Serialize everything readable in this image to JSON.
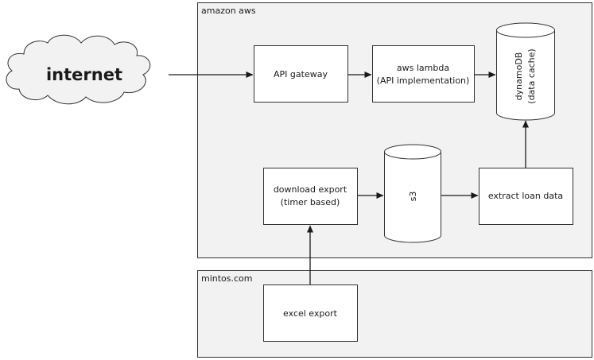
{
  "containers": {
    "aws": {
      "title": "amazon aws"
    },
    "mintos": {
      "title": "mintos.com"
    }
  },
  "nodes": {
    "internet": {
      "label": "internet"
    },
    "api_gateway": {
      "label": "API gateway"
    },
    "lambda": {
      "line1": "aws lambda",
      "line2": "(API implementation)"
    },
    "dynamodb": {
      "line1": "dynamoDB",
      "line2": "(data cache)"
    },
    "download_export": {
      "line1": "download export",
      "line2": "(timer based)"
    },
    "s3": {
      "label": "s3"
    },
    "extract": {
      "label": "extract loan data"
    },
    "excel_export": {
      "label": "excel export"
    }
  },
  "edges": [
    {
      "from": "internet",
      "to": "api_gateway"
    },
    {
      "from": "api_gateway",
      "to": "lambda"
    },
    {
      "from": "lambda",
      "to": "dynamodb"
    },
    {
      "from": "excel_export",
      "to": "download_export"
    },
    {
      "from": "download_export",
      "to": "s3"
    },
    {
      "from": "s3",
      "to": "extract"
    },
    {
      "from": "extract",
      "to": "dynamodb"
    }
  ]
}
